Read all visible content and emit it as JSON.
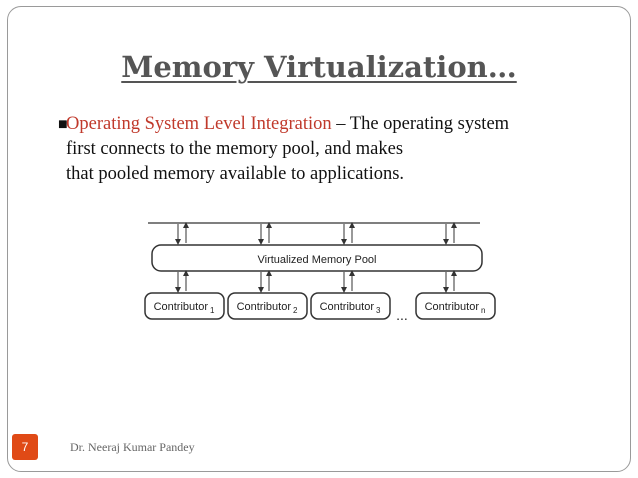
{
  "slide": {
    "title": "Memory Virtualization…",
    "bullet": {
      "highlight": "Operating System Level Integration",
      "dash": " – ",
      "line1_rest": "The operating system",
      "line2": "first connects to the memory pool, and makes",
      "line3": "that pooled memory available to applications."
    },
    "diagram": {
      "pool_label": "Virtualized Memory Pool",
      "contributor_label": "Contributor",
      "contributors": [
        "1",
        "2",
        "3",
        "n"
      ],
      "ellipsis": "..."
    },
    "footer": {
      "page_number": "7",
      "author": "Dr. Neeraj Kumar Pandey"
    },
    "colors": {
      "title": "#555555",
      "highlight": "#c0392b",
      "page_badge": "#e04a16"
    }
  }
}
